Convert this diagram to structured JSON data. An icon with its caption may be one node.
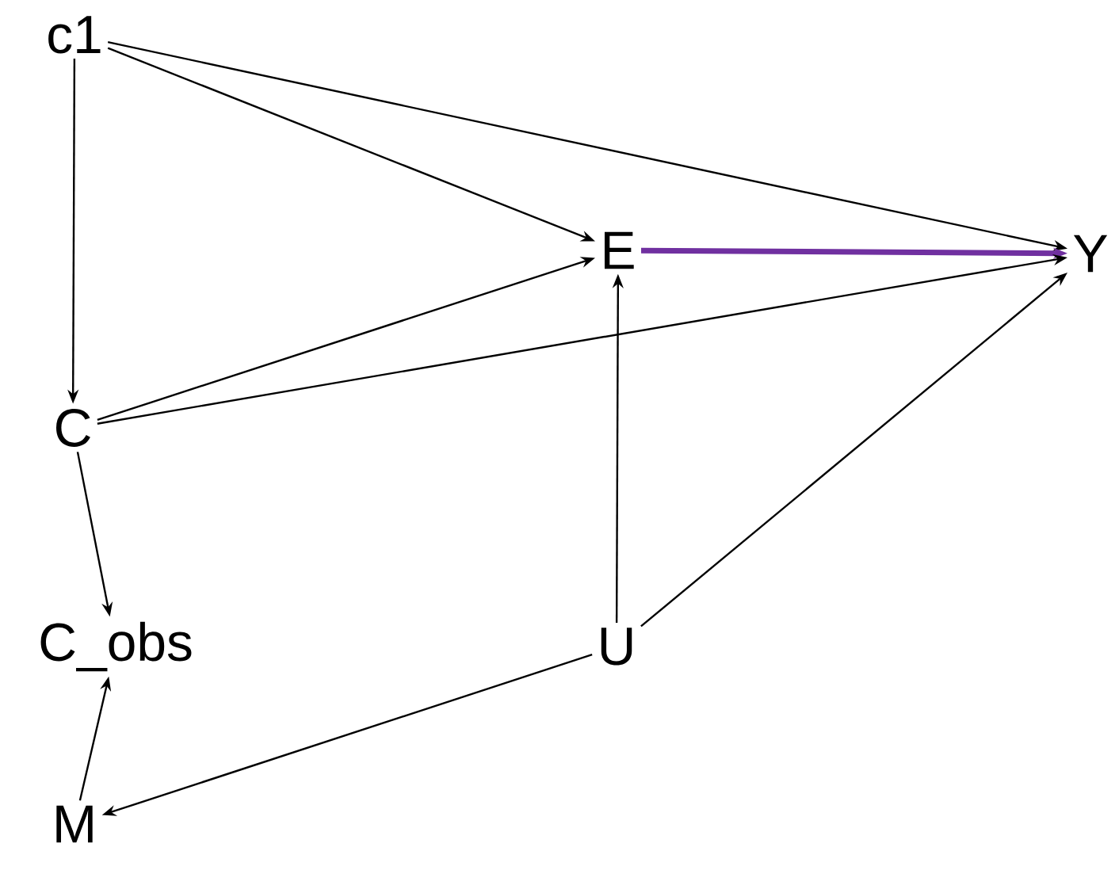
{
  "diagram": {
    "nodes": [
      {
        "text": [
          "c1"
        ]
      },
      {
        "text": [
          "E"
        ]
      },
      {
        "text": [
          "Y"
        ]
      },
      {
        "text": [
          "C"
        ]
      },
      {
        "text": [
          "C_obs"
        ]
      },
      {
        "text": [
          "U"
        ]
      },
      {
        "text": [
          "M"
        ]
      }
    ],
    "edges": [
      {
        "from": 0,
        "to": 3,
        "arrow": "to"
      },
      {
        "from": 0,
        "to": 1,
        "arrow": "to"
      },
      {
        "from": 0,
        "to": 2,
        "arrow": "to"
      },
      {
        "from": 1,
        "to": 2,
        "arrow": "to",
        "style": "thick",
        "color": "#7030a0"
      },
      {
        "from": 3,
        "to": 1,
        "arrow": "to"
      },
      {
        "from": 3,
        "to": 2,
        "arrow": "to"
      },
      {
        "from": 3,
        "to": 4,
        "arrow": "to"
      },
      {
        "from": 5,
        "to": 1,
        "arrow": "to"
      },
      {
        "from": 5,
        "to": 2,
        "arrow": "to"
      },
      {
        "from": 5,
        "to": 6,
        "arrow": "to"
      },
      {
        "from": 6,
        "to": 4,
        "arrow": "to"
      }
    ]
  }
}
